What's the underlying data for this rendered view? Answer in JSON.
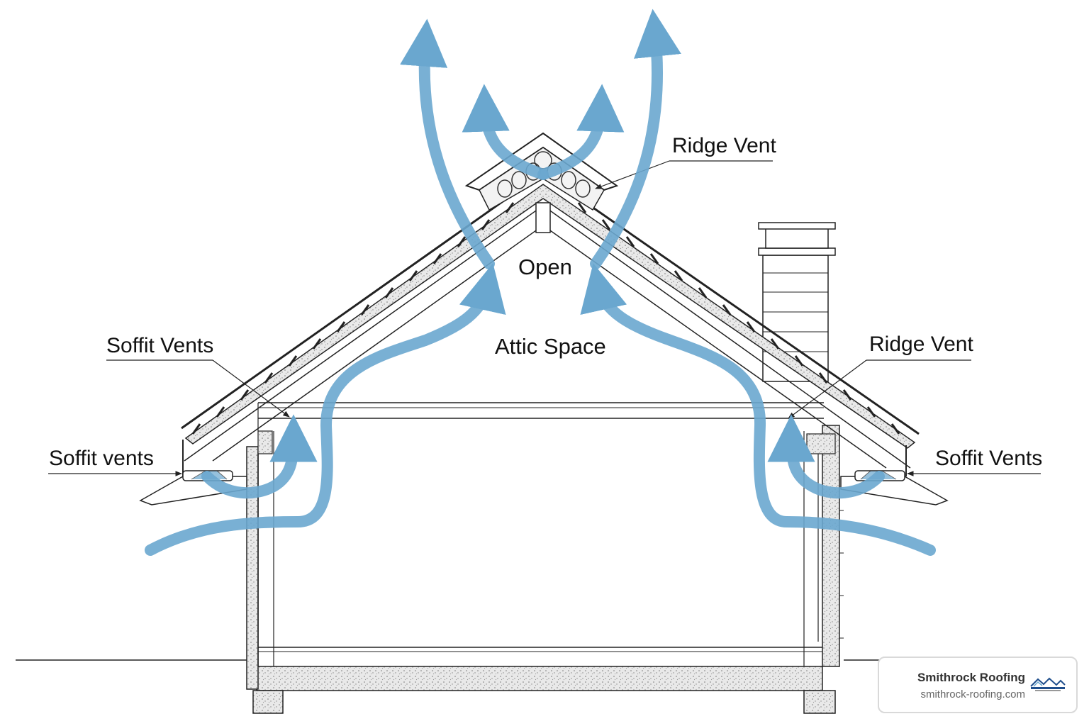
{
  "labels": {
    "ridge_vent_top": "Ridge Vent",
    "ridge_vent_right": "Ridge Vent",
    "soffit_vents_left": "Soffit Vents",
    "soffit_vents_left_lower": "Soffit vents",
    "soffit_vents_right": "Soffit Vents",
    "open": "Open",
    "attic_space": "Attic Space"
  },
  "badge": {
    "company": "Smithrock Roofing",
    "url": "smithrock-roofing.com",
    "logo_icon": "house-roofline-logo-icon"
  },
  "colors": {
    "airflow": "#6aa7cf",
    "line": "#222222",
    "insulation": "#e6e6e6"
  }
}
